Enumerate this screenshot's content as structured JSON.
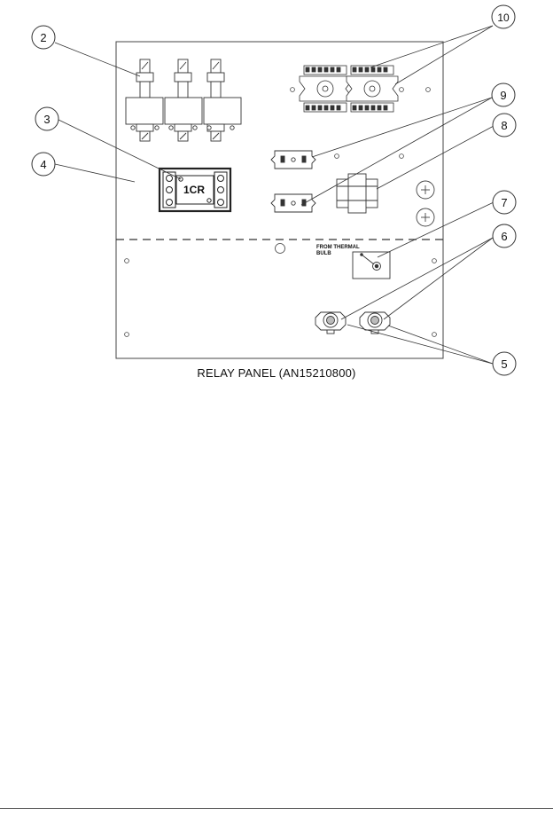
{
  "figure": {
    "caption": "RELAY PANEL (AN15210800)",
    "relay_label": "1CR",
    "note_line1": "FROM THERMAL",
    "note_line2": "BULB"
  },
  "callouts": [
    "2",
    "3",
    "4",
    "5",
    "6",
    "7",
    "8",
    "9",
    "10"
  ]
}
